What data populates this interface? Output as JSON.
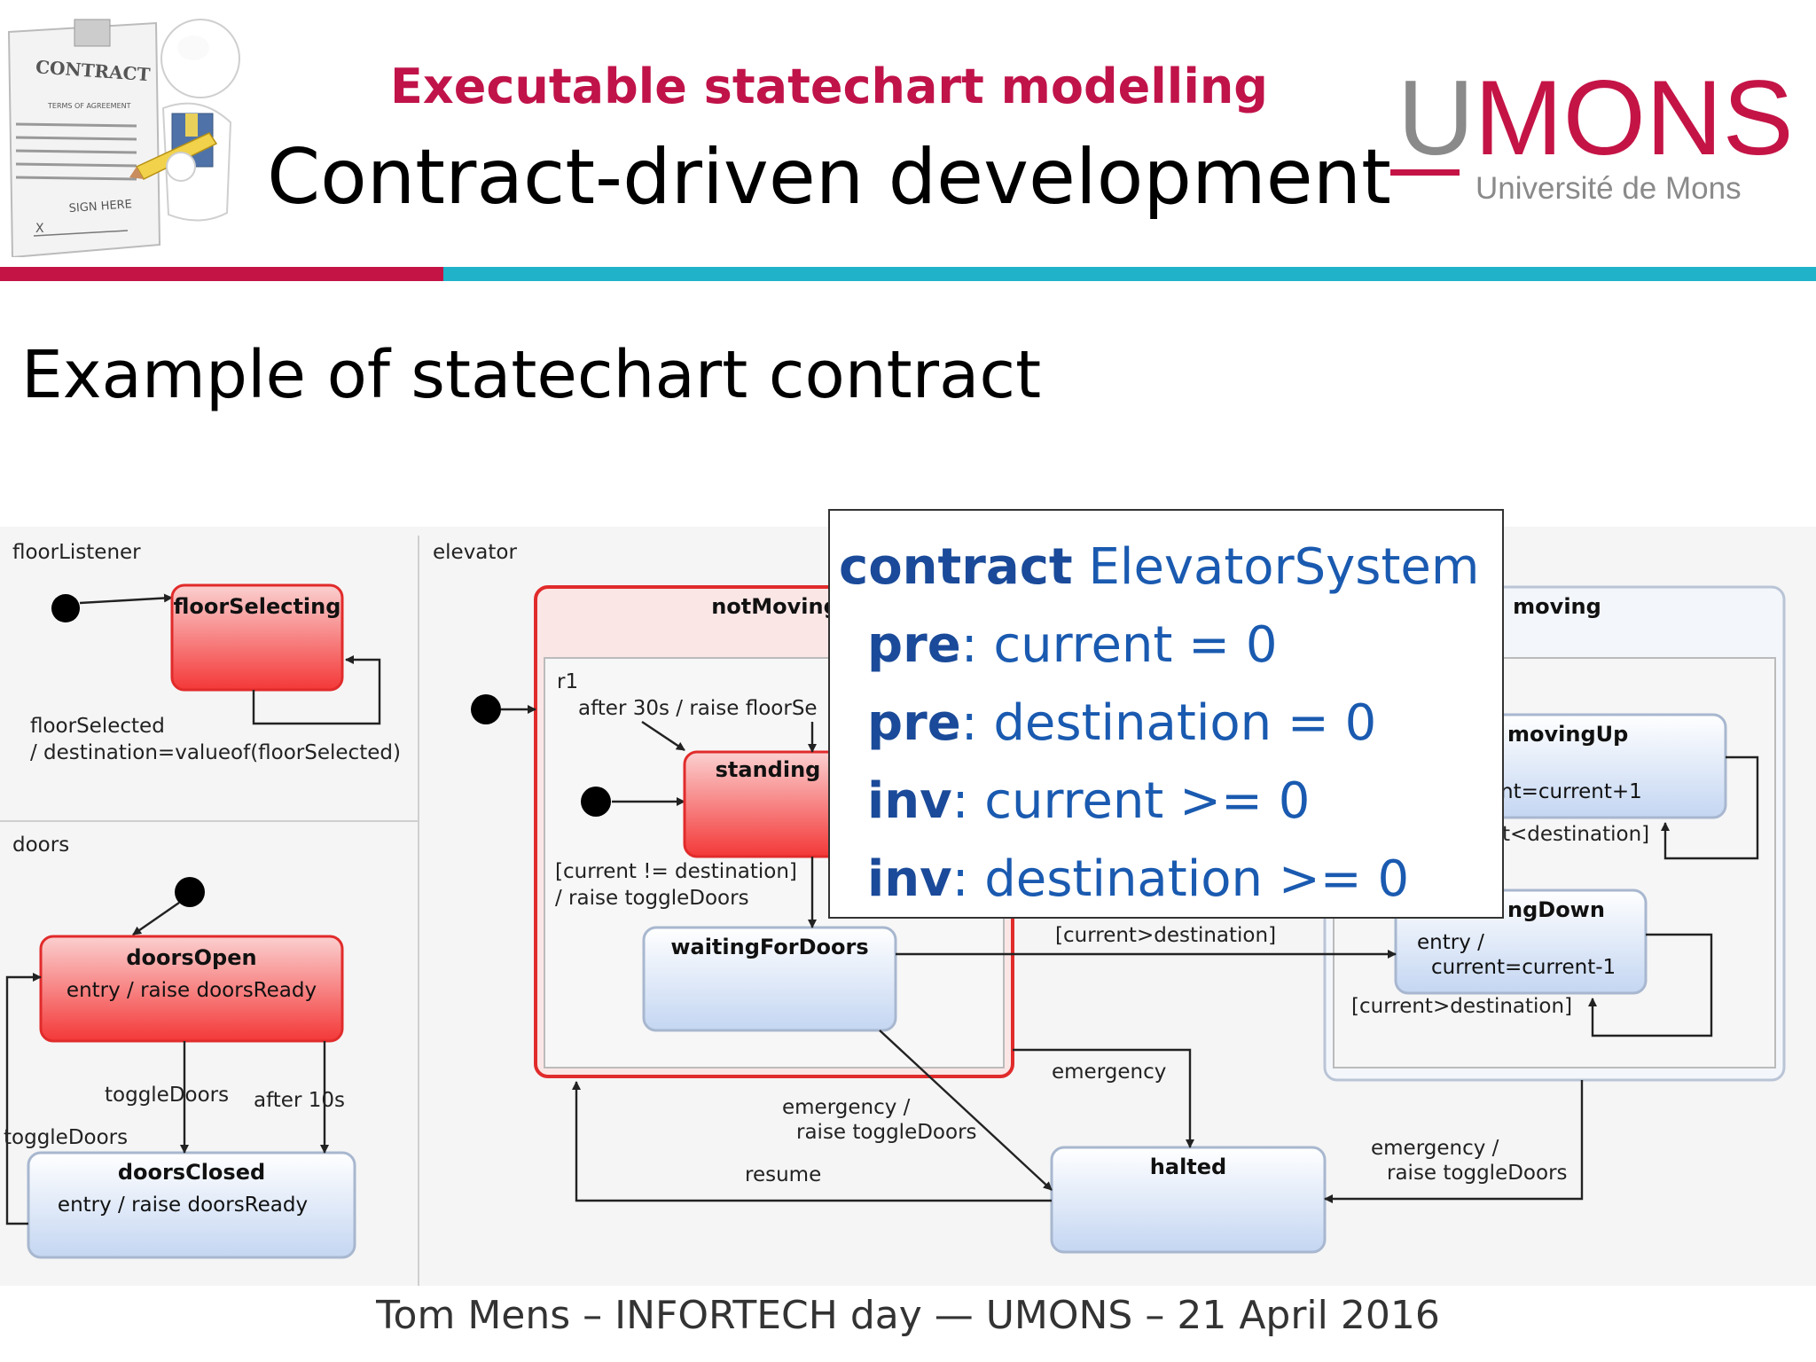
{
  "header": {
    "subtitle": "Executable statechart modelling",
    "title": "Contract-driven development",
    "logo": {
      "main": "UMONS",
      "sub": "Université de Mons"
    },
    "illustration": {
      "icon": "contract-figure-icon",
      "text_contract": "CONTRACT",
      "text_terms": "TERMS OF AGREEMENT",
      "text_sign": "SIGN HERE",
      "text_x": "X"
    }
  },
  "colors": {
    "accent_red": "#c41446",
    "accent_teal": "#1fb2c9",
    "contract_blue": "#1a5ab0"
  },
  "heading": "Example of statechart contract",
  "diagram": {
    "regions": {
      "floorListener": "floorListener",
      "doors": "doors",
      "elevator": "elevator",
      "r1": "r1"
    },
    "states": {
      "floorSelecting": {
        "name": "floorSelecting"
      },
      "doorsOpen": {
        "name": "doorsOpen",
        "action": "entry / raise doorsReady"
      },
      "doorsClosed": {
        "name": "doorsClosed",
        "action": "entry / raise doorsReady"
      },
      "notMoving": {
        "name": "notMoving"
      },
      "standing": {
        "name": "standing"
      },
      "waitingForDoors": {
        "name": "waitingForDoors"
      },
      "moving": {
        "name": "moving"
      },
      "movingUp": {
        "name": "movingUp",
        "action": "nt=current+1"
      },
      "movingDown": {
        "name": "ngDown",
        "action_line1": "entry /",
        "action_line2": "current=current-1"
      },
      "halted": {
        "name": "halted"
      }
    },
    "transitions": {
      "floorSelected_1": "floorSelected",
      "floorSelected_2": "/ destination=valueof(floorSelected)",
      "toggleDoors_a": "toggleDoors",
      "after10s": "after 10s",
      "toggleDoors_b": "toggleDoors",
      "after30s": "after 30s / raise floorSe",
      "curNeDest_1": "[current != destination]",
      "curNeDest_2": "/ raise toggleDoors",
      "curGtDest_main": "[current>destination]",
      "curGtDest_down": "[current>destination]",
      "curLtDest_up": "t<destination]",
      "emergency": "emergency",
      "emergency_toggle_1": "emergency /",
      "emergency_toggle_2": "raise toggleDoors",
      "emergency_moving_1": "emergency /",
      "emergency_moving_2": "raise toggleDoors",
      "resume": "resume"
    }
  },
  "contract": {
    "keyword": "contract",
    "name": "ElevatorSystem",
    "clauses": [
      {
        "kw": "pre",
        "expr": ": current = 0"
      },
      {
        "kw": "pre",
        "expr": ": destination = 0"
      },
      {
        "kw": "inv",
        "expr": ": current >= 0"
      },
      {
        "kw": "inv",
        "expr": ": destination >= 0"
      }
    ]
  },
  "footer": "Tom Mens – INFORTECH day — UMONS – 21 April 2016"
}
